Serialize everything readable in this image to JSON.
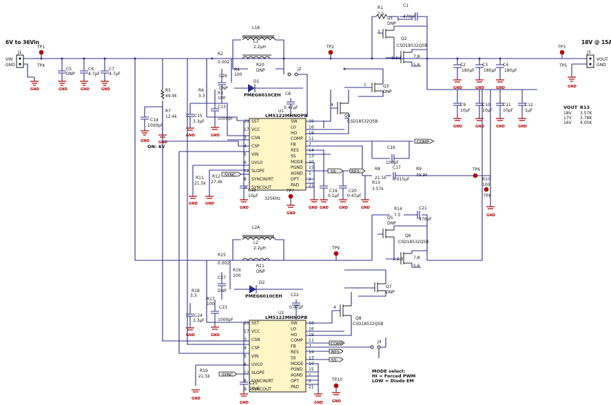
{
  "input": {
    "label": "6V to 36Vin",
    "conn": "J1",
    "pins": [
      "VIN",
      "GND"
    ]
  },
  "output": {
    "label": "18V @ 15A",
    "conn": "J3",
    "pins": [
      "VOUT",
      "GND"
    ]
  },
  "ground_label": "GND",
  "test_points": [
    "TP1",
    "TP4",
    "TP2",
    "TP3",
    "TP5",
    "TP6",
    "TP7",
    "TP8",
    "TP9",
    "TP10"
  ],
  "ic1": {
    "ref": "U1",
    "part": "LM5122MHNOPB",
    "left_pins": [
      [
        "20",
        "SST"
      ],
      [
        "17",
        "VCC"
      ],
      [
        "3",
        "CSN"
      ],
      [
        "4",
        "CSP"
      ],
      [
        "5",
        "VIN"
      ],
      [
        "6",
        "UVLO"
      ],
      [
        "12",
        "SLOPE"
      ],
      [
        "8",
        "SYNCIN/RT"
      ],
      [
        "9",
        "SYNCOUT"
      ]
    ],
    "right_pins": [
      [
        "18",
        "SW"
      ],
      [
        "16",
        "LO"
      ],
      [
        "19",
        "HO"
      ],
      [
        "11",
        "COMP"
      ],
      [
        "7",
        "FB"
      ],
      [
        "14",
        "RES"
      ],
      [
        "13",
        "SS"
      ],
      [
        "10",
        "MODE"
      ],
      [
        "15",
        "PGND"
      ],
      [
        "1",
        "AGND"
      ],
      [
        "2",
        "OPT"
      ],
      [
        "21",
        "PAD"
      ]
    ]
  },
  "ic2": {
    "ref": "U2",
    "part": "LM5122MHNOPB"
  },
  "freq": "325KHz",
  "on_label": "ON: 6V",
  "mode_note": [
    "MODE select:",
    "HI = Forced PWM",
    "LOW = Diode EM"
  ],
  "flags": {
    "comp": "COMP",
    "ss": "SS",
    "res": "RES",
    "sync": "SYNC"
  },
  "vout_table": {
    "headers": [
      "VOUT",
      "R13"
    ],
    "rows": [
      [
        "18V",
        "3.57K"
      ],
      [
        "17V",
        "3.78K"
      ],
      [
        "16V",
        "4.05K"
      ]
    ]
  },
  "parts": {
    "L1A": "L1A",
    "L1": "L1",
    "L1v": "2.2µH",
    "R20": "R20",
    "R20v": "DNP",
    "R1": "R1",
    "R1v": "7.5",
    "C1": "C1",
    "C1v": "470pF",
    "Q1": "Q1",
    "Q1v": "DNP",
    "Q2": "Q2",
    "Q2v": "CSD18532Q5B",
    "C2": "C2",
    "C2v": "180µF",
    "C3": "C3",
    "C3v": "180µF",
    "C4": "C4",
    "C4v": "180µF",
    "C9": "C9",
    "C9v": "10µF",
    "C10": "C10",
    "C10v": "10µF",
    "C11": "C11",
    "C11v": "10µF",
    "C12": "C12",
    "C12v": "1µF",
    "C5": "C5",
    "C5v": "DNP",
    "C6": "C6",
    "C6v": "4.7µF",
    "C7": "C7",
    "C7v": "4.7µF",
    "R2": "R2",
    "R2v": "0.002",
    "R4": "R4",
    "R4v": "100",
    "C26": "C26",
    "C26v": "DNP",
    "J2": "J2",
    "D1": "D1",
    "D1v": "PMEG6010CEH",
    "C8": "C8",
    "C8v": "0.47µF",
    "Q3": "Q3",
    "Q3v": "DNP",
    "Q4": "Q4",
    "Q4v": "CSD18532Q5B",
    "R5": "R5",
    "R5v": "49.9k",
    "R6": "R6",
    "R6v": "3.3",
    "R3": "R3",
    "R3v": "100",
    "C14": "C14",
    "C14v": "1000pF",
    "R7": "R7",
    "R7v": "12.4k",
    "C15": "C15",
    "C15v": "3.3µF",
    "C13": "C13",
    "C13v": "1000pF",
    "C16": "C16",
    "C16v": "100pF",
    "R8": "R8",
    "R8v": "21.5k",
    "C17": "C17",
    "C17v": "0.015µF",
    "R9": "R9",
    "R9v": "49.9k",
    "R10": "R10",
    "R10v": "100",
    "R11": "R11",
    "R11v": "21.5k",
    "R12": "R12",
    "R12v": "27.4k",
    "C18": "C18",
    "C18v": "10µF",
    "C19": "C19",
    "C19v": "0.1µF",
    "C20": "C20",
    "C20v": "0.47µF",
    "R13": "R13",
    "R13v": "3.57k",
    "L2A": "L2A",
    "L2": "L2",
    "L2v": "2.2µH",
    "R21": "R21",
    "R21v": "DNP",
    "R14": "R14",
    "R14v": "7.5",
    "C21": "C21",
    "C21v": "470pF",
    "Q5": "Q5",
    "Q5v": "DNP",
    "Q6": "Q6",
    "Q6v": "CSD18532Q5B",
    "R15": "R15",
    "R15v": "0.002",
    "R16": "R16",
    "R16v": "100",
    "C27": "C27",
    "C27v": "DNP",
    "D2": "D2",
    "D2v": "PMEG6010CEH",
    "C22": "C22",
    "C22v": "0.47µF",
    "Q7": "Q7",
    "Q7v": "DNP",
    "Q8": "Q8",
    "Q8v": "CSD18532Q5B",
    "R18": "R18",
    "R18v": "3.3",
    "R17": "R17",
    "R17v": "100",
    "C24": "C24",
    "C24v": "3.3µF",
    "C23": "C23",
    "C23v": "1000pF",
    "R19": "R19",
    "R19v": "21.5k",
    "C25": "C25",
    "C25v": "10µF",
    "J4": "J4"
  }
}
